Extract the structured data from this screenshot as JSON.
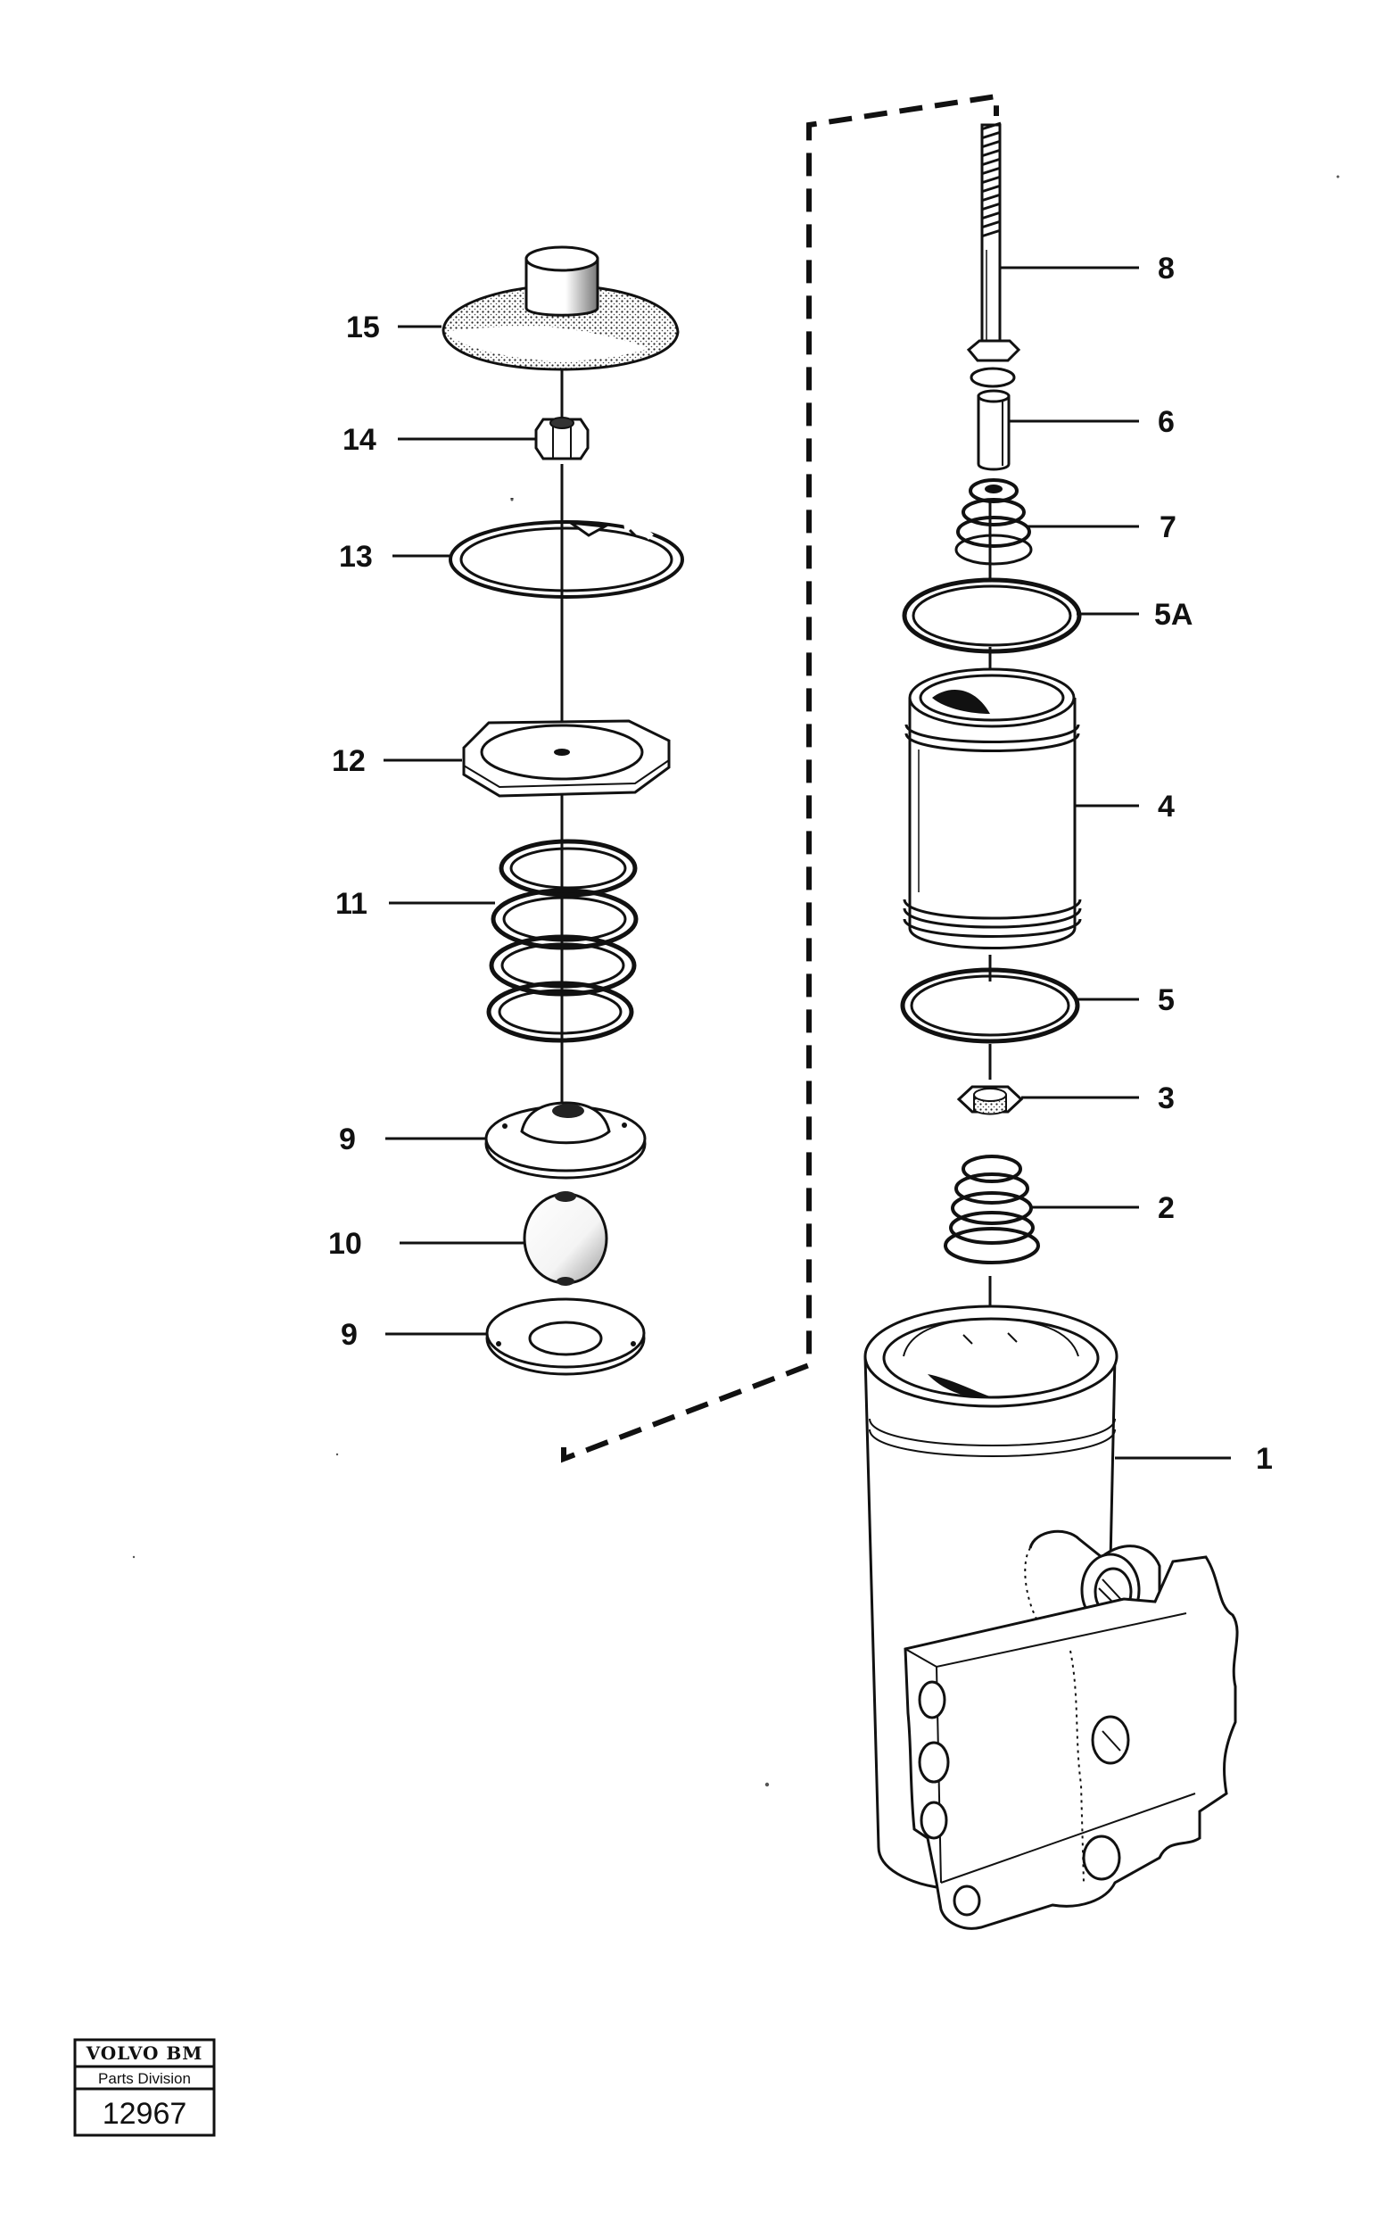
{
  "callouts": {
    "c15": "15",
    "c14": "14",
    "c13": "13",
    "c12": "12",
    "c11": "11",
    "c9a": "9",
    "c10": "10",
    "c9b": "9",
    "c8": "8",
    "c6": "6",
    "c7": "7",
    "c5a": "5A",
    "c4": "4",
    "c5": "5",
    "c3": "3",
    "c2": "2",
    "c1": "1"
  },
  "stamp": {
    "brand": "VOLVO BM",
    "division": "Parts Division",
    "number": "12967"
  }
}
